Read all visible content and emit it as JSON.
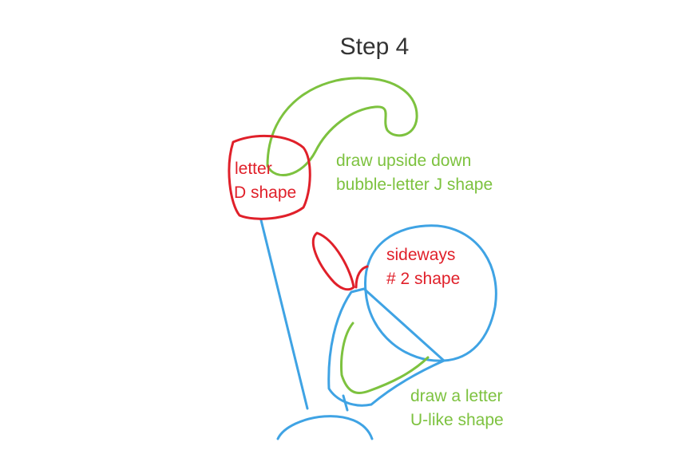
{
  "title": "Step 4",
  "colors": {
    "red": "#e0202a",
    "green": "#7dc23f",
    "blue": "#3fa3e4",
    "title": "#333333"
  },
  "labels": {
    "letter_d_line1": "letter",
    "letter_d_line2": "D shape",
    "j_line1": "draw upside down",
    "j_line2": "bubble-letter  J shape",
    "sideways_line1": "sideways",
    "sideways_line2": "# 2  shape",
    "u_line1": "draw a letter",
    "u_line2": "U-like shape"
  }
}
